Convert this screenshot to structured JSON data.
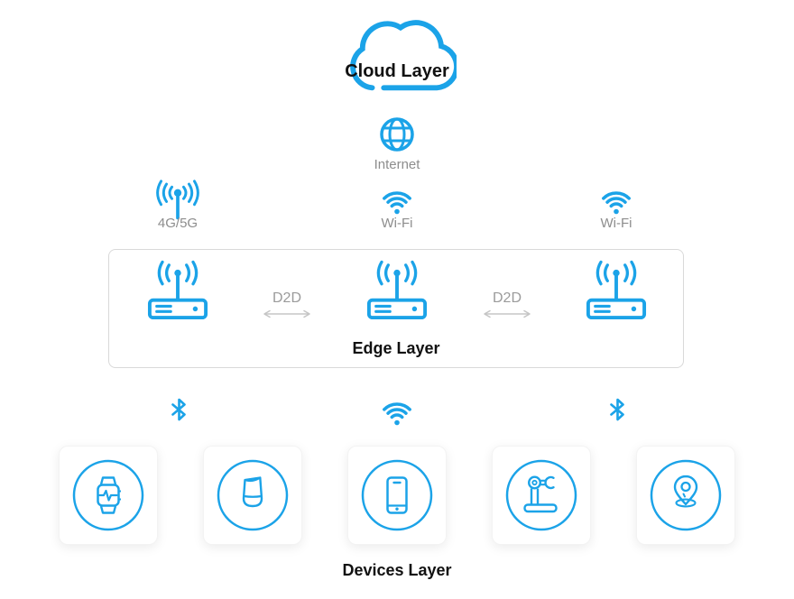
{
  "colors": {
    "primary": "#1BA3E8",
    "label_gray": "#8D8D8D",
    "d2d_gray": "#9B9B9B",
    "arrow_gray": "#C5C5C5",
    "text_black": "#111111",
    "border_gray": "#D9D9D9"
  },
  "cloud": {
    "label": "Cloud Layer",
    "icon": "cloud-icon"
  },
  "internet": {
    "label": "Internet",
    "icon": "globe-icon"
  },
  "uplinks": [
    {
      "label": "4G/5G",
      "icon": "cellular-antenna-icon"
    },
    {
      "label": "Wi-Fi",
      "icon": "wifi-icon"
    },
    {
      "label": "Wi-Fi",
      "icon": "wifi-icon"
    }
  ],
  "edge": {
    "label": "Edge Layer",
    "routers": [
      "router-icon",
      "router-icon",
      "router-icon"
    ],
    "d2d_links": [
      {
        "label": "D2D"
      },
      {
        "label": "D2D"
      }
    ]
  },
  "downlinks": [
    {
      "icon": "bluetooth-icon"
    },
    {
      "icon": "wifi-icon"
    },
    {
      "icon": "bluetooth-icon"
    }
  ],
  "devices": {
    "label": "Devices Layer",
    "items": [
      {
        "icon": "smartwatch-icon"
      },
      {
        "icon": "smart-speaker-icon"
      },
      {
        "icon": "smartphone-icon"
      },
      {
        "icon": "robot-arm-icon"
      },
      {
        "icon": "location-pin-icon"
      }
    ]
  }
}
